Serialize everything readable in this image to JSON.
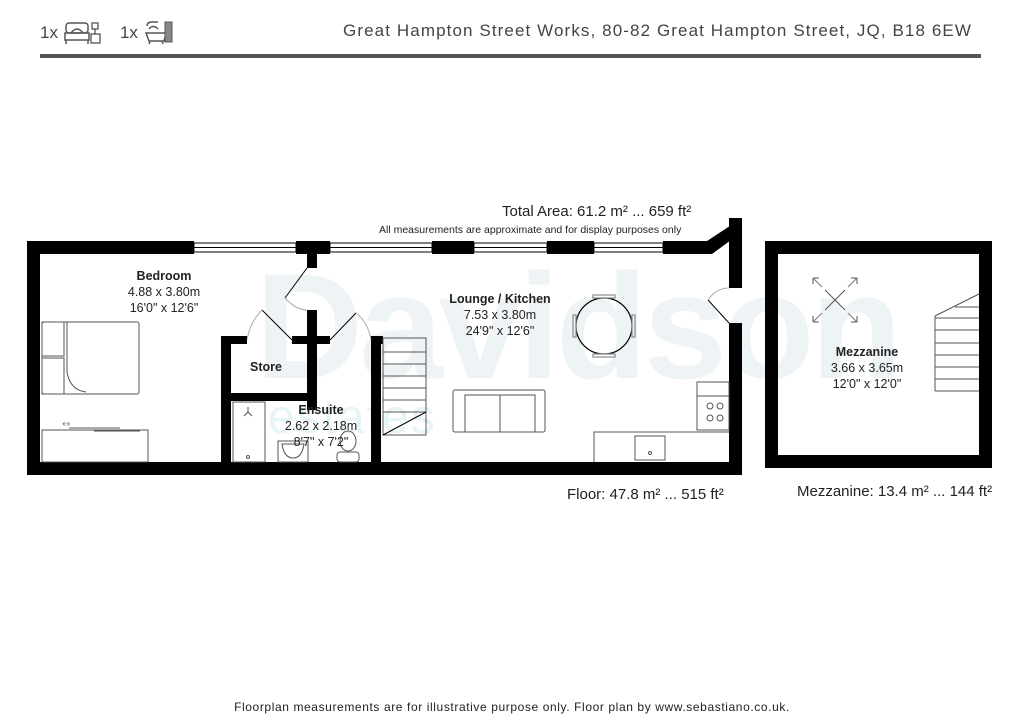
{
  "header": {
    "bedroom_count": "1x",
    "bedroom_icon": "bed-icon",
    "bathroom_count": "1x",
    "bathroom_icon": "bath-icon",
    "address": "Great Hampton Street Works, 80-82 Great Hampton Street, JQ, B18 6EW"
  },
  "summary": {
    "total_area": "Total Area: 61.2 m² ... 659 ft²",
    "disclaimer": "All measurements are approximate and for display purposes only",
    "floor_area": "Floor: 47.8 m² ... 515 ft²",
    "mezzanine_area": "Mezzanine: 13.4 m² ... 144 ft²"
  },
  "rooms": [
    {
      "name": "Bedroom",
      "metric": "4.88 x 3.80m",
      "imperial": "16'0\" x 12'6\""
    },
    {
      "name": "Store",
      "metric": "",
      "imperial": ""
    },
    {
      "name": "Ensuite",
      "metric": "2.62 x 2.18m",
      "imperial": "8'7\" x 7'2\""
    },
    {
      "name": "Lounge / Kitchen",
      "metric": "7.53 x 3.80m",
      "imperial": "24'9\" x 12'6\""
    },
    {
      "name": "Mezzanine",
      "metric": "3.66 x 3.65m",
      "imperial": "12'0\" x 12'0\""
    }
  ],
  "watermark": {
    "brand": "Davidson",
    "sub": "estates"
  },
  "footer": {
    "text": "Floorplan measurements are for illustrative purpose only. Floor plan by www.sebastiano.co.uk."
  },
  "colors": {
    "wall": "#000000",
    "rule": "#555555",
    "watermark": "#eef3f5"
  }
}
